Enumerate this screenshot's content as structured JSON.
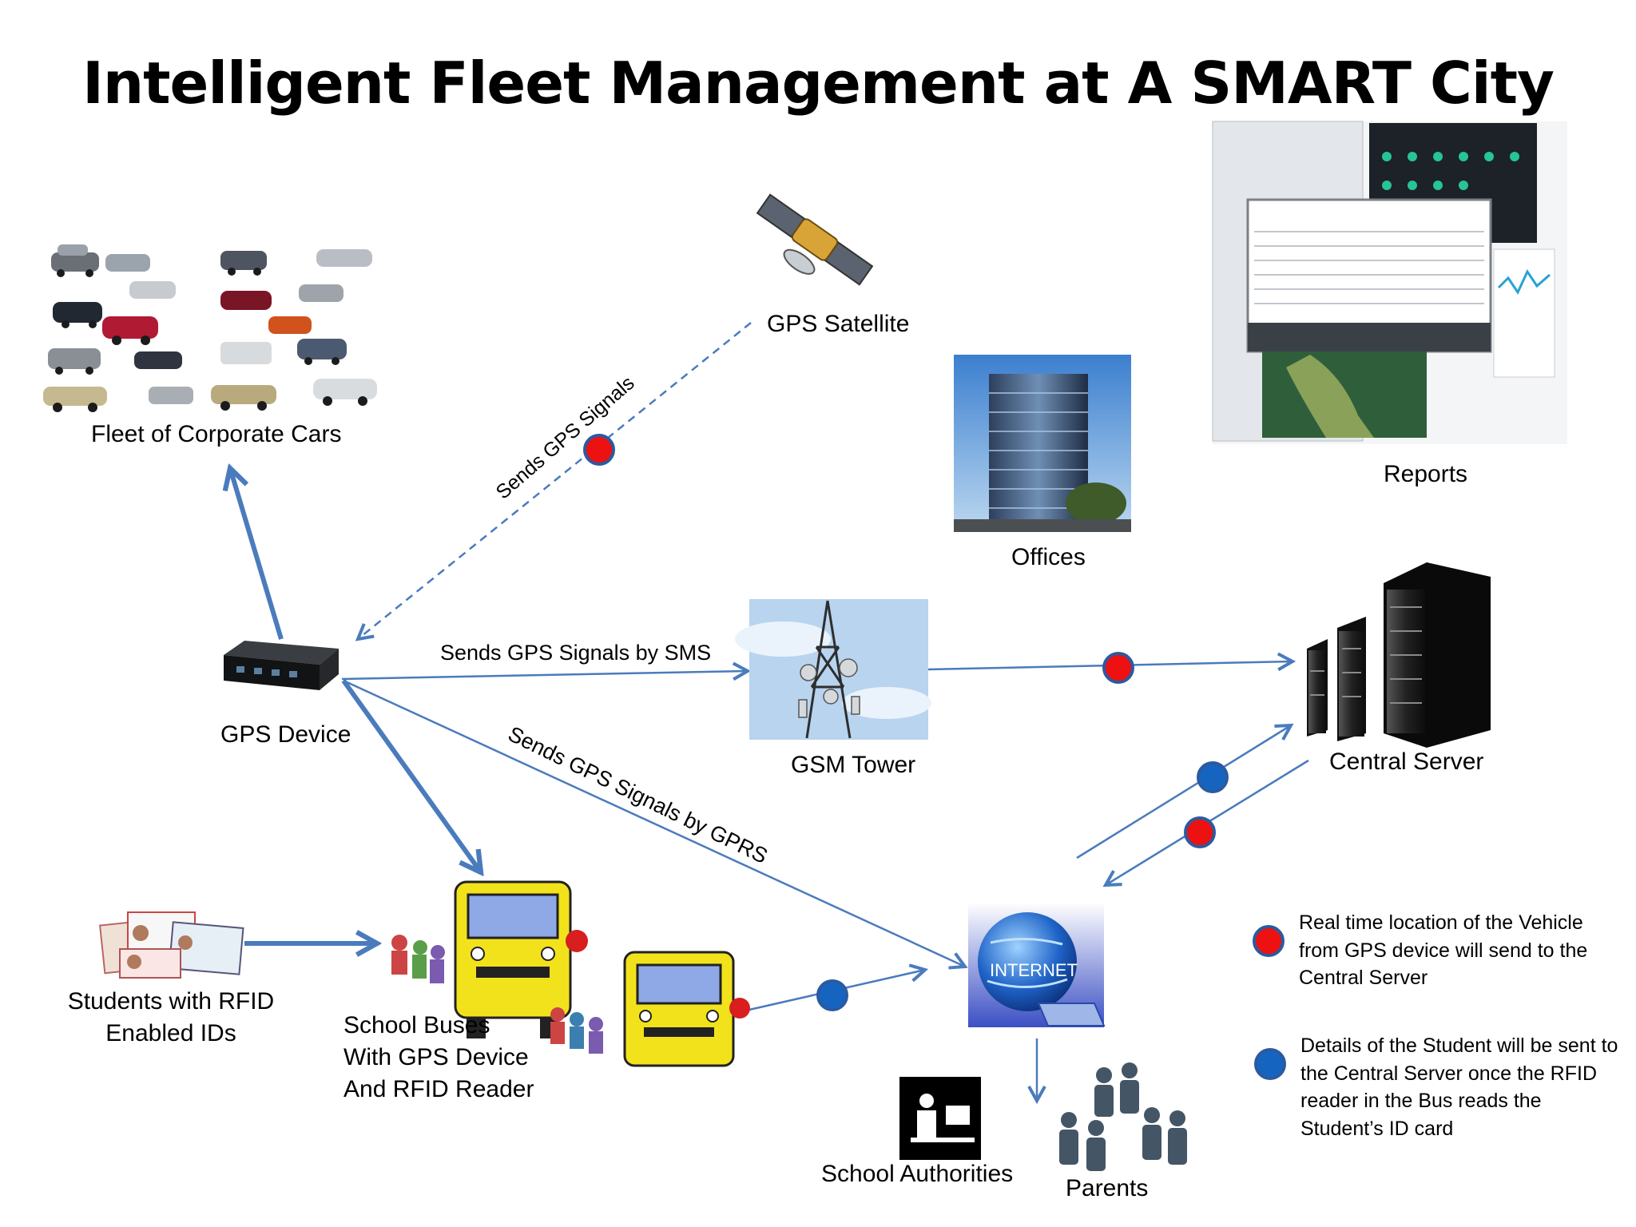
{
  "title": "Intelligent Fleet Management at A SMART City",
  "nodes": {
    "fleet": "Fleet of  Corporate Cars",
    "gps_satellite": "GPS Satellite",
    "reports": "Reports",
    "offices": "Offices",
    "gps_device": "GPS Device",
    "gsm_tower": "GSM Tower",
    "central_server": "Central Server",
    "students_line1": "Students with RFID",
    "students_line2": "Enabled IDs",
    "buses_line1": "School Buses",
    "buses_line2": "With GPS Device",
    "buses_line3": "And RFID Reader",
    "internet_label": "INTERNET",
    "school_authorities": "School Authorities",
    "parents": "Parents"
  },
  "edges": {
    "satellite_signal": "Sends GPS Signals",
    "sms_signal": "Sends GPS Signals by SMS",
    "gprs_signal": "Sends GPS Signals by  GPRS"
  },
  "legend": [
    {
      "marker_color": "#ee1111",
      "text": "Real time location of the Vehicle from GPS device will send to the Central Server"
    },
    {
      "marker_color": "#1565c0",
      "text": "Details of the Student will be sent to the Central Server once the RFID reader in the Bus reads the Student’s ID card"
    }
  ],
  "colors": {
    "arrow": "#4a7bbd",
    "red_marker": "#ee1111",
    "blue_marker": "#1565c0",
    "bus_yellow": "#f2e21c"
  }
}
